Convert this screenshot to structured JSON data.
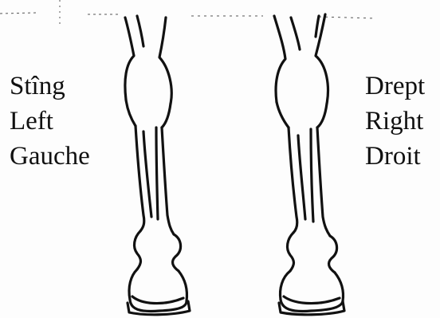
{
  "labels": {
    "left": {
      "romanian": "Stîng",
      "english": "Left",
      "french": "Gauche"
    },
    "right": {
      "romanian": "Drept",
      "english": "Right",
      "french": "Droit"
    }
  },
  "colors": {
    "ink": "#111111",
    "paper": "#fdfdfd"
  }
}
